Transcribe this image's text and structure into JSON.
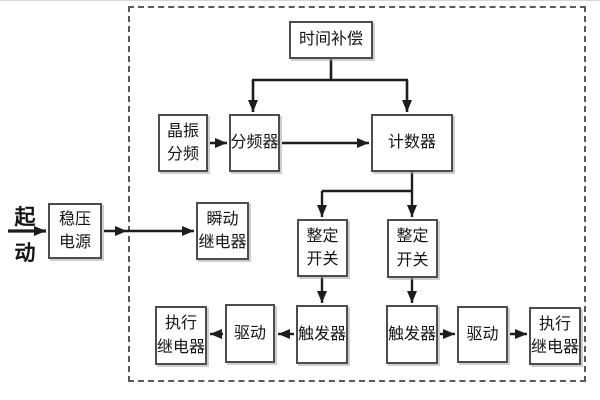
{
  "diagram": {
    "start": {
      "char1": "起",
      "char2": "动"
    },
    "nodes": {
      "time_compensation": {
        "label": "时间补偿"
      },
      "crystal_divider": {
        "line1": "晶振",
        "line2": "分频"
      },
      "frequency_divider": {
        "label": "分频器"
      },
      "counter": {
        "label": "计数器"
      },
      "regulated_power": {
        "line1": "稳压",
        "line2": "电源"
      },
      "instant_relay": {
        "line1": "瞬动",
        "line2": "继电器"
      },
      "setting_switch_left": {
        "line1": "整定",
        "line2": "开关"
      },
      "setting_switch_right": {
        "line1": "整定",
        "line2": "开关"
      },
      "trigger_left": {
        "label": "触发器"
      },
      "trigger_right": {
        "label": "触发器"
      },
      "drive_left": {
        "label": "驱动"
      },
      "drive_right": {
        "label": "驱动"
      },
      "exec_relay_left": {
        "line1": "执行",
        "line2": "继电器"
      },
      "exec_relay_right": {
        "line1": "执行",
        "line2": "继电器"
      }
    },
    "edges": [
      {
        "from": "start",
        "to": "regulated_power"
      },
      {
        "from": "regulated_power",
        "to": "instant_relay"
      },
      {
        "from": "crystal_divider",
        "to": "frequency_divider"
      },
      {
        "from": "time_compensation",
        "to": "frequency_divider"
      },
      {
        "from": "time_compensation",
        "to": "counter"
      },
      {
        "from": "frequency_divider",
        "to": "counter"
      },
      {
        "from": "counter",
        "to": "setting_switch_left"
      },
      {
        "from": "counter",
        "to": "setting_switch_right"
      },
      {
        "from": "setting_switch_left",
        "to": "trigger_left"
      },
      {
        "from": "setting_switch_right",
        "to": "trigger_right"
      },
      {
        "from": "trigger_left",
        "to": "drive_left"
      },
      {
        "from": "drive_left",
        "to": "exec_relay_left"
      },
      {
        "from": "trigger_right",
        "to": "drive_right"
      },
      {
        "from": "drive_right",
        "to": "exec_relay_right"
      }
    ],
    "colors": {
      "line": "#1d1d1d",
      "box_border": "#4d4d4d",
      "dashed_border": "#5a5a5a",
      "background": "#ffffff"
    }
  }
}
